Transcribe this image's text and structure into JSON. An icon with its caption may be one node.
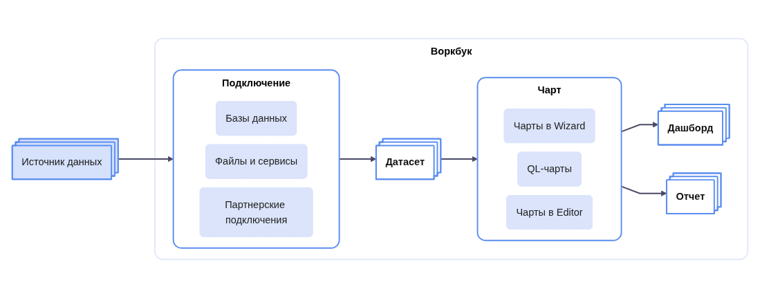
{
  "diagram": {
    "nodes": [
      {
        "text": [
          "Источник данных"
        ]
      },
      {
        "text": [
          "Воркбук"
        ]
      },
      {
        "text": [
          "Подключение"
        ],
        "in": 1
      },
      {
        "text": [
          "Базы данных"
        ],
        "in": 2
      },
      {
        "text": [
          "Файлы и сервисы"
        ],
        "in": 2
      },
      {
        "text": [
          "Партнерские подключения"
        ],
        "in": 2
      },
      {
        "text": [
          "Датасет"
        ],
        "in": 1
      },
      {
        "text": [
          "Чарт"
        ],
        "in": 1
      },
      {
        "text": [
          "Чарты в Wizard"
        ],
        "in": 7
      },
      {
        "text": [
          "QL-чарты"
        ],
        "in": 7
      },
      {
        "text": [
          "Чарты в Editor"
        ],
        "in": 7
      },
      {
        "text": [
          "Дашборд"
        ],
        "in": 1
      },
      {
        "text": [
          "Отчет"
        ],
        "in": 1
      }
    ],
    "edges": [
      {
        "from": 0,
        "to": 2,
        "arrow": "to"
      },
      {
        "from": 2,
        "to": 6,
        "arrow": "to"
      },
      {
        "from": 6,
        "to": 7,
        "arrow": "to"
      },
      {
        "from": 7,
        "to": 11,
        "arrow": "to"
      },
      {
        "from": 7,
        "to": 12,
        "arrow": "to"
      }
    ]
  }
}
